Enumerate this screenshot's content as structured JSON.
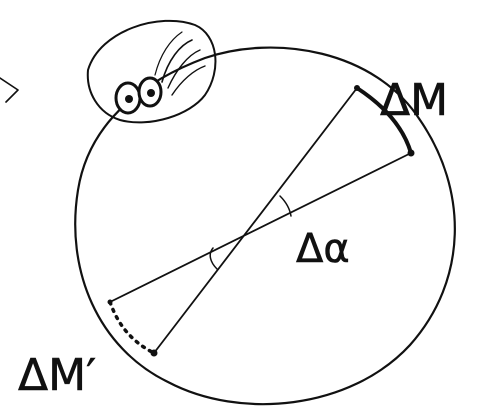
{
  "labels": {
    "arc_top": "ΔM",
    "arc_bottom": "ΔM′",
    "angle": "Δα"
  },
  "icons": {
    "eye": "eye-icon"
  },
  "colors": {
    "ink": "#111111",
    "paper": "#ffffff",
    "hatch": "#555555"
  }
}
